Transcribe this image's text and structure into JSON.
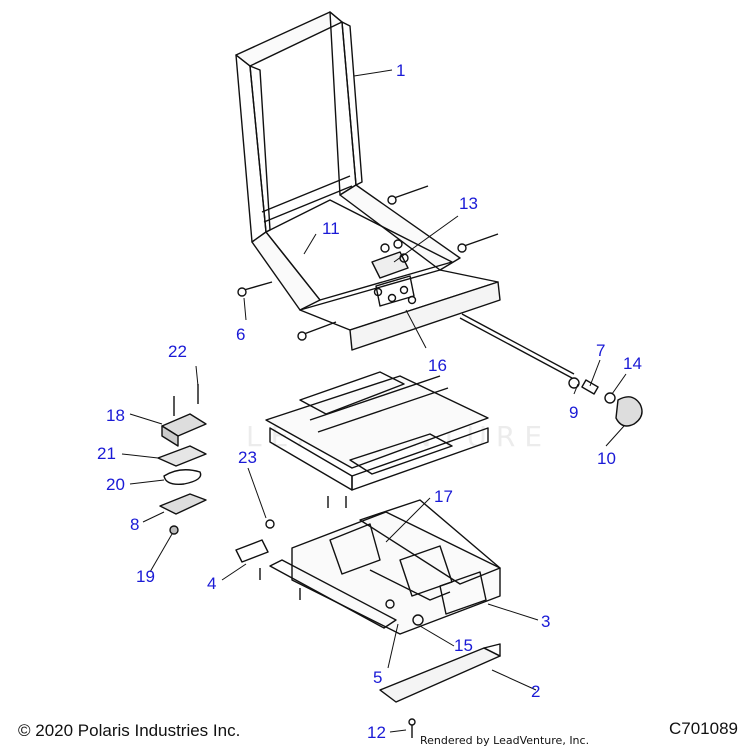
{
  "watermark": "LEADVENTURE",
  "callouts": [
    {
      "id": "1",
      "label": "1"
    },
    {
      "id": "2",
      "label": "2"
    },
    {
      "id": "3",
      "label": "3"
    },
    {
      "id": "4",
      "label": "4"
    },
    {
      "id": "5",
      "label": "5"
    },
    {
      "id": "6",
      "label": "6"
    },
    {
      "id": "7",
      "label": "7"
    },
    {
      "id": "8",
      "label": "8"
    },
    {
      "id": "9",
      "label": "9"
    },
    {
      "id": "10",
      "label": "10"
    },
    {
      "id": "11",
      "label": "11"
    },
    {
      "id": "12",
      "label": "12"
    },
    {
      "id": "13",
      "label": "13"
    },
    {
      "id": "14",
      "label": "14"
    },
    {
      "id": "15",
      "label": "15"
    },
    {
      "id": "16",
      "label": "16"
    },
    {
      "id": "17",
      "label": "17"
    },
    {
      "id": "18",
      "label": "18"
    },
    {
      "id": "19",
      "label": "19"
    },
    {
      "id": "20",
      "label": "20"
    },
    {
      "id": "21",
      "label": "21"
    },
    {
      "id": "22",
      "label": "22"
    },
    {
      "id": "23",
      "label": "23"
    }
  ],
  "footer": {
    "copyright": "© 2020 Polaris Industries Inc.",
    "rendered_by": "Rendered by LeadVenture, Inc.",
    "code": "C701089"
  },
  "colors": {
    "callout": "#1a1ad6",
    "line": "#111111"
  }
}
